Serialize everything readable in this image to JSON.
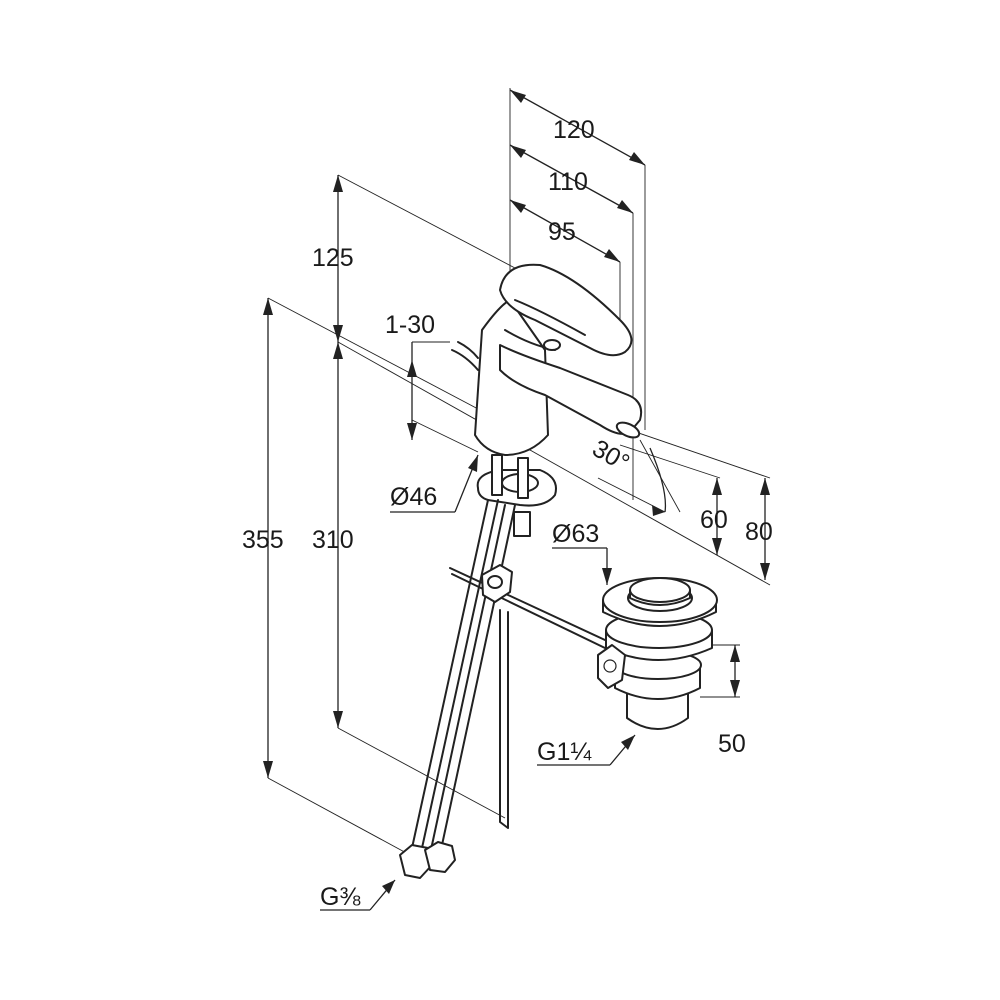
{
  "dimensions": {
    "spout_reach_total": "120",
    "spout_reach_mid": "110",
    "spout_reach_min": "95",
    "height_top": "125",
    "height_total": "355",
    "height_below_deck": "310",
    "deck_thickness": "1-30",
    "base_diameter": "Ø46",
    "lever_angle": "30°",
    "outlet_height_60": "60",
    "outlet_height_80": "80",
    "waste_diameter": "Ø63",
    "waste_height": "50",
    "waste_thread": "G1¼",
    "hose_thread": "G⅜"
  }
}
